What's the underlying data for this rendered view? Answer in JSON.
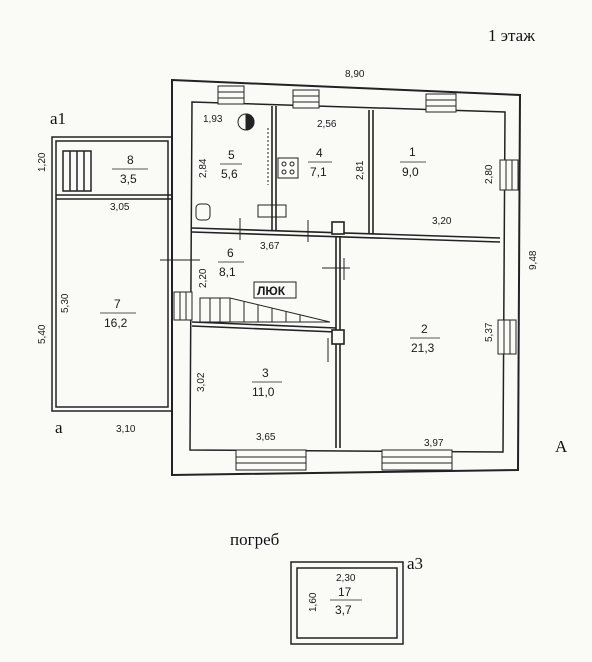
{
  "floor_title": "1 этаж",
  "cellar_title": "погреб",
  "markers": {
    "a1": "a1",
    "a": "a",
    "A": "A",
    "a3": "a3"
  },
  "hatch_label": "ЛЮК",
  "overall": {
    "width": "8,90",
    "depth": "9,48"
  },
  "rooms": [
    {
      "num": "1",
      "area": "9,0"
    },
    {
      "num": "2",
      "area": "21,3"
    },
    {
      "num": "3",
      "area": "11,0"
    },
    {
      "num": "4",
      "area": "7,1"
    },
    {
      "num": "5",
      "area": "5,6"
    },
    {
      "num": "6",
      "area": "8,1"
    },
    {
      "num": "7",
      "area": "16,2"
    },
    {
      "num": "8",
      "area": "3,5"
    },
    {
      "num": "17",
      "area": "3,7"
    }
  ],
  "dims": {
    "r5_w": "1,93",
    "r5_h": "2,84",
    "r4_w": "2,56",
    "r4_h": "2,81",
    "r1_h": "2,80",
    "r1_w": "3,20",
    "r6_w": "3,67",
    "r6_h": "2,20",
    "r2_h": "5,37",
    "r2_w": "3,97",
    "r3_h": "3,02",
    "r3_w": "3,65",
    "r8_h": "1,20",
    "r8_w": "3,05",
    "r7_h": "5,30",
    "r7_w": "3,10",
    "left_total": "5,40",
    "r17_w": "2,30",
    "r17_h": "1,60"
  }
}
